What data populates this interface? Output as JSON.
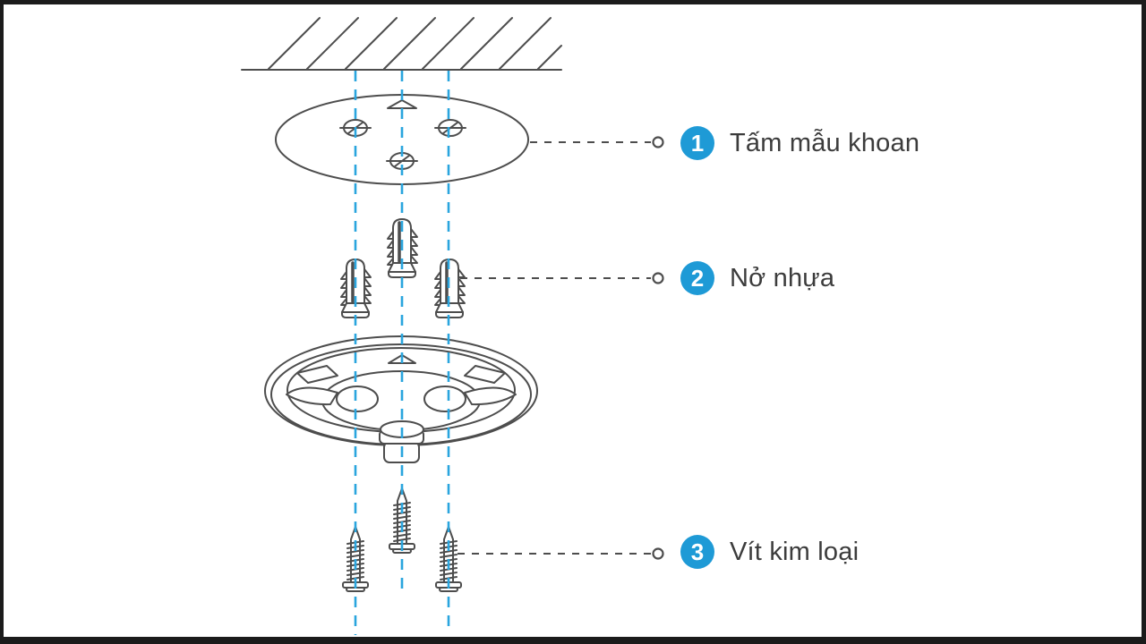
{
  "labels": [
    {
      "number": "1",
      "text": "Tấm mẫu khoan"
    },
    {
      "number": "2",
      "text": "Nở nhựa"
    },
    {
      "number": "3",
      "text": "Vít kim loại"
    }
  ],
  "colors": {
    "badge_blue": "#1e9ad6",
    "guide_blue": "#2aa5de",
    "line_gray": "#4d4d4d",
    "text_gray": "#3c3c3c"
  }
}
